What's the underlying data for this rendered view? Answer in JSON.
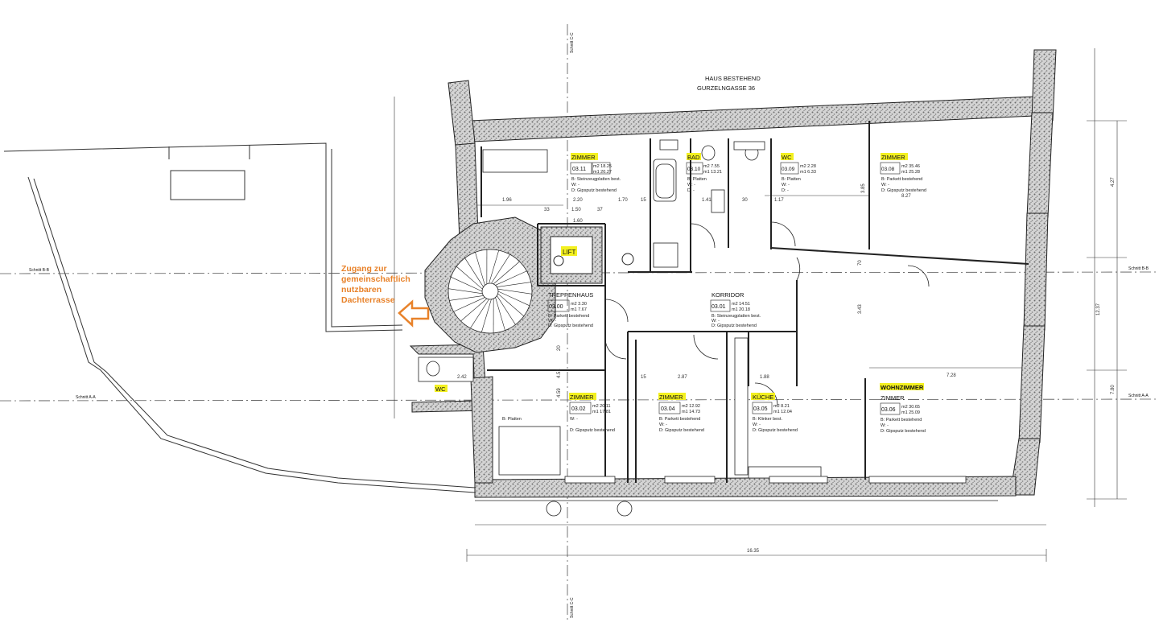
{
  "header": {
    "line1": "HAUS BESTEHEND",
    "line2": "GURZELNGASSE 36"
  },
  "sections": {
    "cc_top": "Schnitt C-C",
    "cc_bottom": "Schnitt C-C",
    "bb_left": "Schnitt B-B",
    "bb_right": "Schnitt B-B",
    "aa_left": "Schnitt A-A",
    "aa_right": "Schnitt A-A"
  },
  "note": {
    "line1": "Zugang zur",
    "line2": "gemeinschaftlich",
    "line3": "nutzbaren",
    "line4": "Dachterrasse"
  },
  "rooms": {
    "zimmer_311": {
      "name": "ZIMMER",
      "no": "03.11",
      "area": "m2 18.25",
      "perim": "m1 20.27",
      "fin_b": "B: Steinzeugplatten best.",
      "fin_w": "W: -",
      "fin_d": "D: Gipsputz bestehend"
    },
    "bad_310": {
      "name": "BAD",
      "no": "03.10",
      "area": "m2 7.55",
      "perim": "m1 13.21",
      "fin_b": "B: Platten",
      "fin_w": "W: -",
      "fin_d": "D: -"
    },
    "wc_309": {
      "name": "WC",
      "no": "03.09",
      "area": "m2 2.28",
      "perim": "m1 6.33",
      "fin_b": "B: Platten",
      "fin_w": "W: -",
      "fin_d": "D: -"
    },
    "zimmer_308": {
      "name": "ZIMMER",
      "no": "03.08",
      "area": "m2 35.46",
      "perim": "m1 25.28",
      "fin_b": "B: Parkett bestehend",
      "fin_w": "W: -",
      "fin_d": "D: Gipsputz bestehend"
    },
    "lift": {
      "name": "LIFT"
    },
    "treppenhaus": {
      "name": "TREPPENHAUS",
      "no": "03.00",
      "area": "m2 3.30",
      "perim": "m1 7.67",
      "fin_b": "B: Parkett bestehend",
      "fin_w": "W: -",
      "fin_d": "D: Gipsputz bestehend"
    },
    "korridor": {
      "name": "KORRIDOR",
      "no": "03.01",
      "area": "m2 14.51",
      "perim": "m1 20.18",
      "fin_b": "B: Steinzeugplatten best.",
      "fin_w": "W: -",
      "fin_d": "D: Gipsputz bestehend"
    },
    "wc_small": {
      "name": "WC"
    },
    "zimmer_302": {
      "name": "ZIMMER",
      "no": "03.02",
      "area": "m2 20.11",
      "perim": "m1 17.81",
      "fin_b": "B: Platten",
      "fin_w": "W: -",
      "fin_d": "D: Gipsputz bestehend"
    },
    "zimmer_304": {
      "name": "ZIMMER",
      "no": "03.04",
      "area": "m2 12.92",
      "perim": "m1 14.73",
      "fin_b": "B: Parkett bestehend",
      "fin_w": "W: -",
      "fin_d": "D: Gipsputz bestehend"
    },
    "kueche_305": {
      "name": "KÜCHE",
      "no": "03.05",
      "area": "m2 8.21",
      "perim": "m1 12.04",
      "fin_b": "B: Klinker best.",
      "fin_w": "W: -",
      "fin_d": "D: Gipsputz bestehend"
    },
    "wohnzimmer": {
      "name": "WOHNZIMMER",
      "sub": "ZIMMER",
      "no": "03.06",
      "area": "m2 30.65",
      "perim": "m1 25.09",
      "fin_b": "B: Parkett bestehend",
      "fin_w": "W: -",
      "fin_d": "D: Gipsputz bestehend"
    }
  },
  "dims": {
    "d_196": "1.96",
    "d_220": "2.20",
    "d_170": "1.70",
    "d_15a": "15",
    "d_141": "1.41",
    "d_30": "30",
    "d_117": "1.17",
    "d_385": "3.85",
    "d_827": "8.27",
    "d_427": "4.27",
    "d_33": "33",
    "d_150": "1.50",
    "d_37": "37",
    "d_160": "1.60",
    "d_70": "70",
    "d_343": "3.43",
    "d_1237": "12.37",
    "d_242": "2.42",
    "d_20": "20",
    "d_451": "4.51",
    "d_459": "4.59",
    "d_15b": "15",
    "d_287": "2.87",
    "d_188": "1.88",
    "d_728": "7.28",
    "d_780": "7.80",
    "d_1635": "16.35"
  },
  "colors": {
    "highlight": "#f3f020",
    "accent": "#e8822a",
    "wall": "#9a9a9a"
  }
}
